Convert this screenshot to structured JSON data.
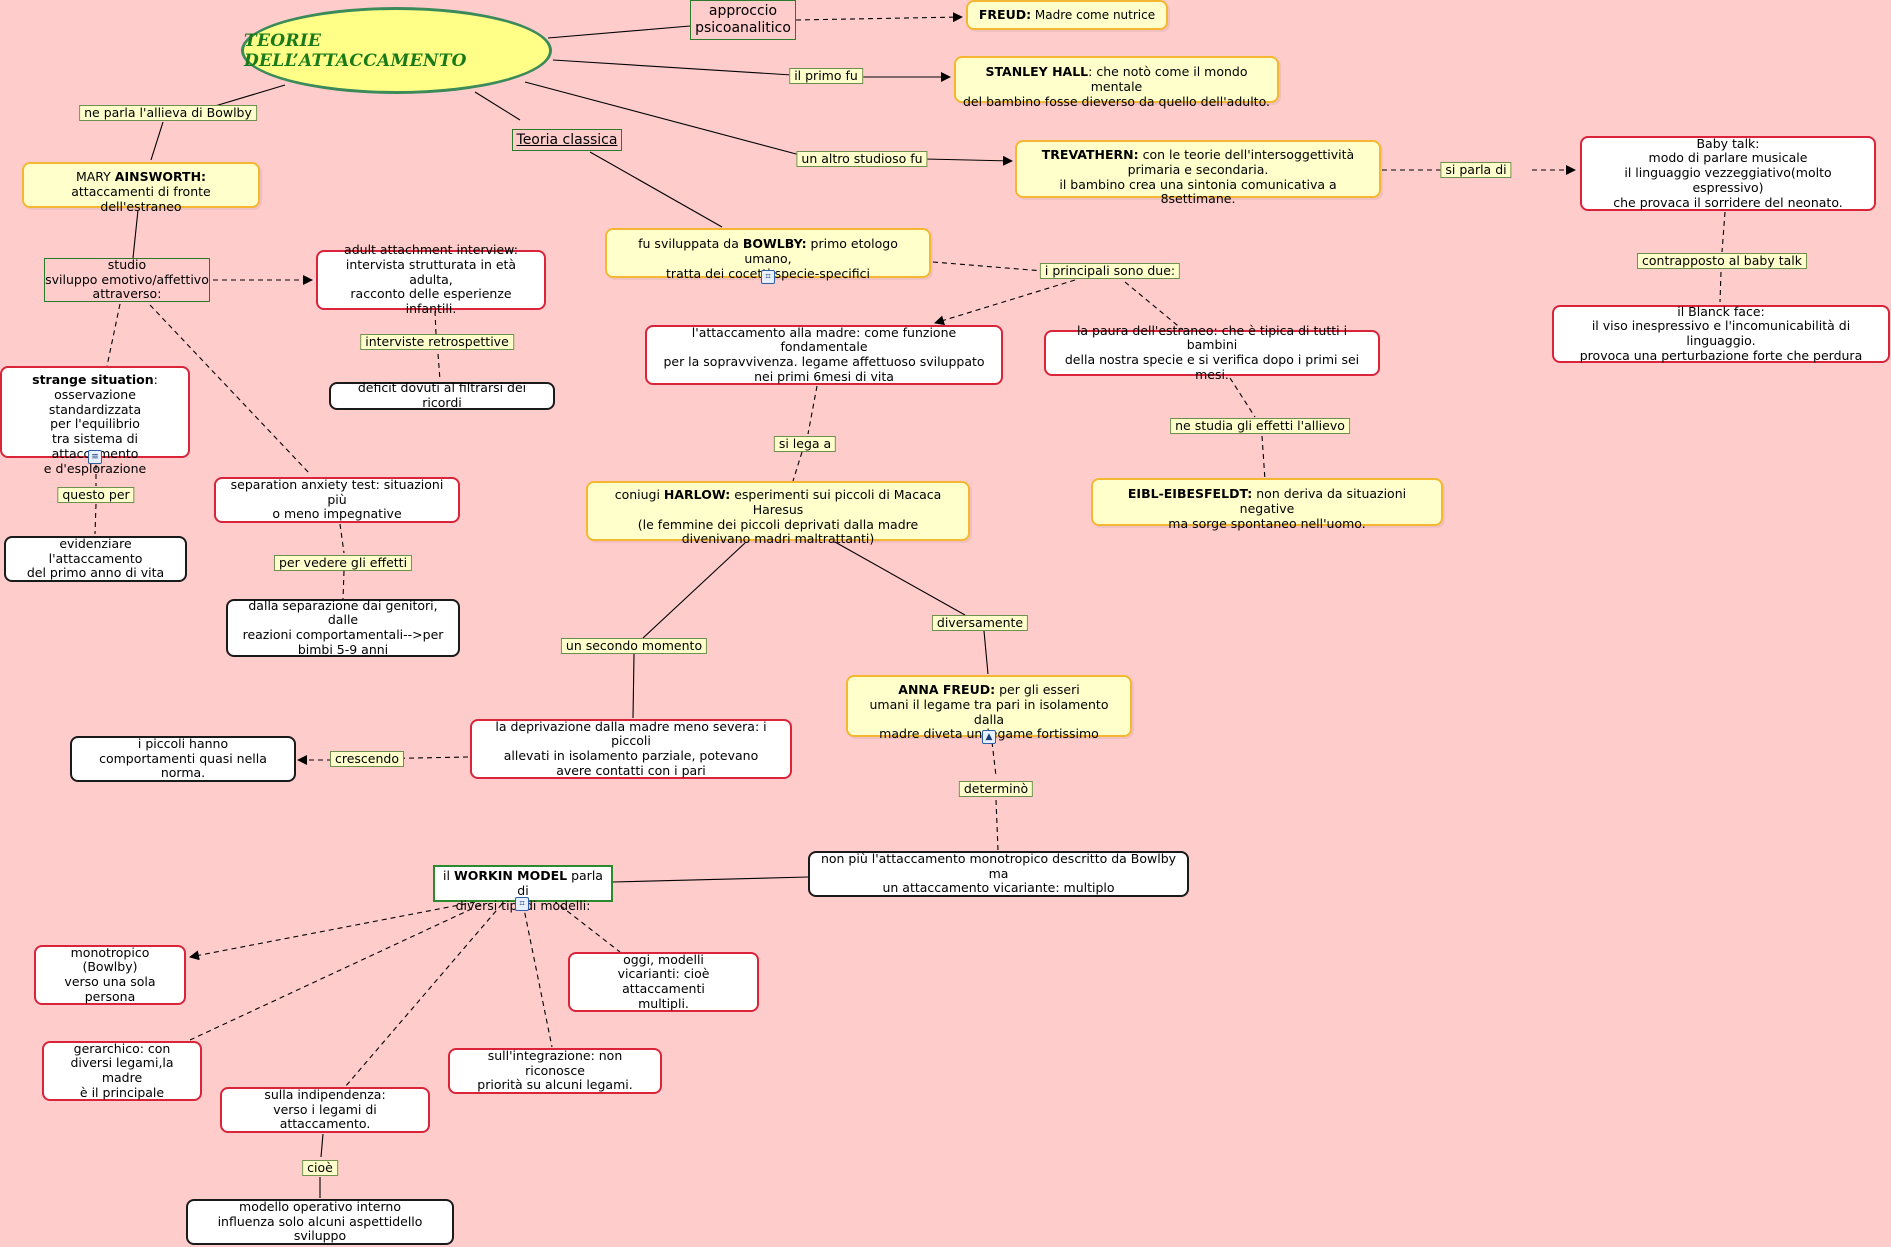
{
  "title": "TEORIE DELL’ATTACCAMENTO",
  "nodes": {
    "approccio": "approccio\npsicoanalitico",
    "freud_b": "FREUD:",
    "freud_t": " Madre come nutrice",
    "hall_b": "STANLEY HALL",
    "hall_t": ": che notò come il mondo mentale\ndel bambino fosse dieverso da quello dell'adulto.",
    "trev_b": "TREVATHERN:",
    "trev_t": " con le teorie dell'intersoggettività\nprimaria e secondaria.\nil bambino crea una sintonia comunicativa a 8settimane.",
    "babytalk": "Baby talk:\nmodo di parlare musicale\nil linguaggio vezzeggiativo(molto espressivo)\nche provaca il sorridere del neonato.",
    "blanck": "il Blanck face:\nil viso inespressivo e l'incomunicabilità di linguaggio.\nprovoca una perturbazione forte che perdura",
    "teoria_classica": "Teoria classica",
    "mary_pre": "MARY ",
    "mary_b": "AINSWORTH:",
    "mary_t": "\nattaccamenti di fronte dell'estraneo",
    "studio": "studio\nsviluppo emotivo/affettivo\nattraverso:",
    "adult": "adult attachment interview:\nintervista strutturata in età adulta,\nracconto delle esperienze infantili.",
    "deficit": "deficit dovuti al filtrarsi dei ricordi",
    "strange_b": "strange situation",
    "strange_t": ":\nosservazione standardizzata\nper  l'equilibrio\ntra sistema di attaccamento\ne d'esplorazione",
    "evidenziare": "evidenziare l'attaccamento\ndel primo anno di vita",
    "separation": "separation anxiety test: situazioni più\no meno impegnative",
    "dalla_sep": "dalla separazione dai genitori, dalle\nreazioni comportamentali-->per\nbimbi 5-9 anni",
    "bowlby_pre": "fu sviluppata da ",
    "bowlby_b": "BOWLBY:",
    "bowlby_t": " primo etologo umano,\ntratta dei cocetti specie-specifici",
    "attaccamento_madre": "l'attaccamento alla madre: come funzione fondamentale\nper la sopravvivenza. legame affettuoso sviluppato\nnei primi 6mesi di vita",
    "paura": "la paura dell'estraneo: che è tipica di tutti i bambini\ndella nostra specie e si verifica dopo i primi sei mesi.",
    "eibl_b": "EIBL-EIBESFELDT:",
    "eibl_t": " non deriva da situazioni negative\nma sorge spontaneo nell'uomo.",
    "harlow_pre": "coniugi ",
    "harlow_b": "HARLOW:",
    "harlow_t": " esperimenti sui piccoli di Macaca Haresus\n(le femmine dei piccoli deprivati dalla madre\ndivenivano madri maltrattanti)",
    "anna_b": "ANNA FREUD:",
    "anna_t": " per gli esseri\numani il legame tra pari in isolamento dalla\nmadre diveta un legame fortissimo",
    "deprivazione": "la deprivazione dalla madre meno severa: i piccoli\nallevati in isolamento parziale, potevano\navere contatti con i pari",
    "piccoli": "i piccoli hanno\ncomportamenti quasi nella norma.",
    "non_piu": "non più l'attaccamento monotropico descritto da Bowlby ma\nun attaccamento vicariante:  multiplo",
    "working_pre": "il ",
    "working_b": "WORKIN MODEL",
    "working_t": " parla di\ndiversi tipi di modelli:",
    "monotropico": "monotropico (Bowlby)\nverso una sola\npersona",
    "oggi": "oggi, modelli\nvicarianti: cioè attaccamenti\nmultipli.",
    "gerarchico": "gerarchico: con\ndiversi legami,la madre\nè il principale",
    "integrazione": "sull'integrazione: non riconosce\npriorità su alcuni legami.",
    "indipendenza": "sulla indipendenza:\nverso i legami di attaccamento.",
    "modello": "modello operativo interno\ninfluenza solo alcuni aspettidello sviluppo"
  },
  "labels": {
    "primo_fu": "il primo fu",
    "altro_studioso": "un altro studioso fu",
    "si_parla": "si parla di",
    "contrapposto": "contrapposto al baby talk",
    "allieva": "ne parla l'allieva di Bowlby",
    "interviste": "interviste retrospettive",
    "questo_per": "questo per",
    "per_vedere": "per vedere gli effetti",
    "principali": "i principali sono due:",
    "si_lega": "si lega a",
    "studia": "ne studia gli effetti l'allievo",
    "secondo": "un secondo momento",
    "diversamente": "diversamente",
    "crescendo": "crescendo",
    "determino": "determinò",
    "cioe": "cioè"
  },
  "colors": {
    "background": "#ffcccc",
    "title_fill": "#ffff88",
    "title_text": "#1a7a1a",
    "yellow_fill": "#ffffcc",
    "yellow_border": "#f5b731",
    "red_border": "#d9243a",
    "green_border": "#2b8a2b"
  }
}
